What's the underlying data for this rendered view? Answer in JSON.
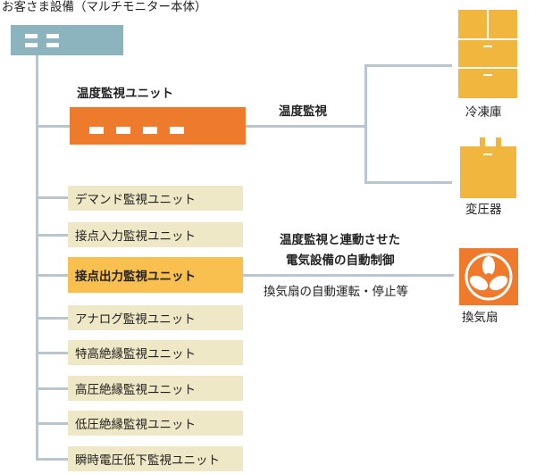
{
  "header": {
    "title": "お客さま設備（マルチモニター本体）"
  },
  "temperature_unit": {
    "label": "温度監視ユニット"
  },
  "units": [
    {
      "label": "デマンド監視ユニット",
      "highlighted": false
    },
    {
      "label": "接点入力監視ユニット",
      "highlighted": false
    },
    {
      "label": "接点出力監視ユニット",
      "highlighted": true
    },
    {
      "label": "アナログ監視ユニット",
      "highlighted": false
    },
    {
      "label": "特高絶縁監視ユニット",
      "highlighted": false
    },
    {
      "label": "高圧絶縁監視ユニット",
      "highlighted": false
    },
    {
      "label": "低圧絶縁監視ユニット",
      "highlighted": false
    },
    {
      "label": "瞬時電圧低下監視ユニット",
      "highlighted": false
    }
  ],
  "links": {
    "temperature": "温度監視",
    "linked_line1": "温度監視と連動させた",
    "linked_line2": "電気設備の自動制御",
    "fan_action": "換気扇の自動運転・停止等"
  },
  "devices": {
    "fridge": "冷凍庫",
    "transformer": "変圧器",
    "fan": "換気扇"
  },
  "colors": {
    "monitor": "#8cb4be",
    "temperature_unit": "#ee7b2c",
    "unit": "#efe8c6",
    "highlighted_unit": "#f9bf4f",
    "device": "#f0b63e",
    "fan_box": "#ef7a2c",
    "line": "#b9c6cd"
  }
}
